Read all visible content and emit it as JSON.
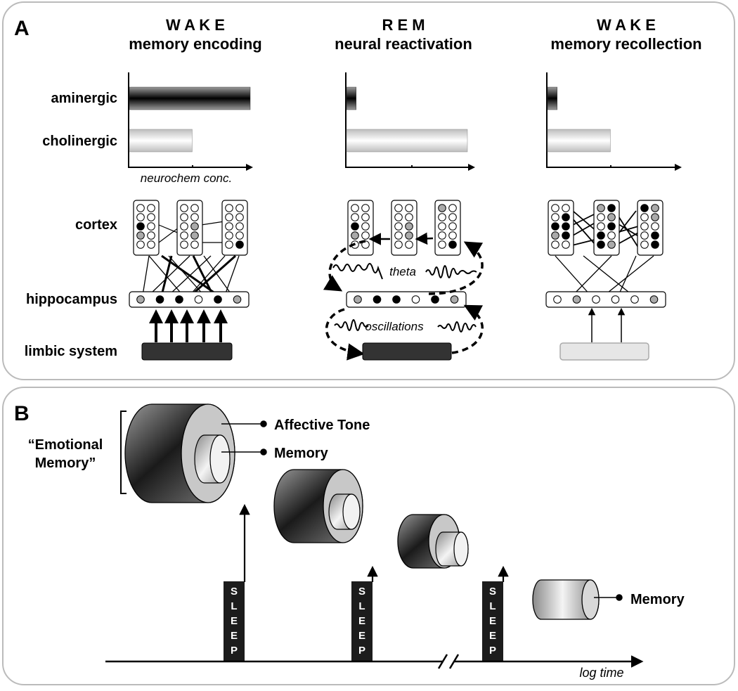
{
  "panel_a": {
    "label": "A",
    "columns": [
      {
        "state": "W A K E",
        "title": "memory encoding"
      },
      {
        "state": "R E M",
        "title": "neural reactivation"
      },
      {
        "state": "W A K E",
        "title": "memory recollection"
      }
    ],
    "row_labels": {
      "aminergic": "aminergic",
      "cholinergic": "cholinergic",
      "cortex": "cortex",
      "hippocampus": "hippocampus",
      "limbic": "limbic system"
    },
    "axis_label": "neurochem conc.",
    "bar_levels": {
      "aminergic": [
        1.0,
        0.08,
        0.08
      ],
      "cholinergic": [
        0.52,
        1.0,
        0.52
      ]
    },
    "wave_labels": {
      "theta": "theta",
      "oscillations": "oscillations"
    }
  },
  "panel_b": {
    "label": "B",
    "bracket_label_line1": "“Emotional",
    "bracket_label_line2": "Memory”",
    "callout_affective": "Affective Tone",
    "callout_memory": "Memory",
    "callout_memory_final": "Memory",
    "sleep_letters": [
      "S",
      "L",
      "E",
      "E",
      "P"
    ],
    "time_axis_label": "log time"
  },
  "colors": {
    "panel_border": "#bbbbbb",
    "dark_fill": "#333333",
    "light_fill": "#e6e6e6",
    "gray_node": "#aaaaaa"
  }
}
